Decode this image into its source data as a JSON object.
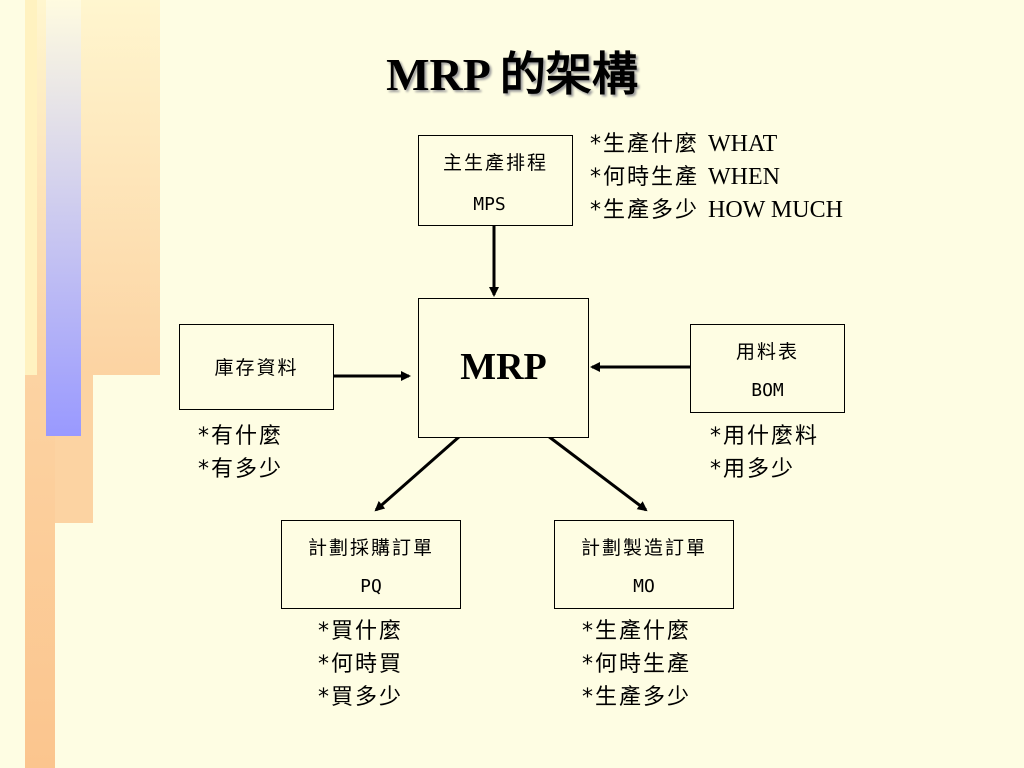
{
  "title": "MRP 的架構",
  "center": {
    "label": "MRP"
  },
  "mps": {
    "name": "主生產排程",
    "code": "MPS"
  },
  "inventory": {
    "name": "庫存資料"
  },
  "bom": {
    "name": "用料表",
    "code": "BOM"
  },
  "purchase_order": {
    "name": "計劃採購訂單",
    "code": "PQ"
  },
  "manufacturing_order": {
    "name": "計劃製造訂單",
    "code": "MO"
  },
  "mps_notes": [
    {
      "zh": "*生產什麼",
      "en": "WHAT"
    },
    {
      "zh": "*何時生產",
      "en": "WHEN"
    },
    {
      "zh": "*生產多少",
      "en": "HOW MUCH"
    }
  ],
  "inventory_notes": [
    "*有什麼",
    "*有多少"
  ],
  "bom_notes": [
    "*用什麼料",
    "*用多少"
  ],
  "purchase_notes": [
    "*買什麼",
    "*何時買",
    "*買多少"
  ],
  "manufacturing_notes": [
    "*生產什麼",
    "*何時生產",
    "*生產多少"
  ],
  "colors": {
    "background": "#fefde3",
    "stripe_peach": "#fcd3a2",
    "stripe_blue": "#9999ff",
    "stripe_pale": "#fff6c8"
  }
}
